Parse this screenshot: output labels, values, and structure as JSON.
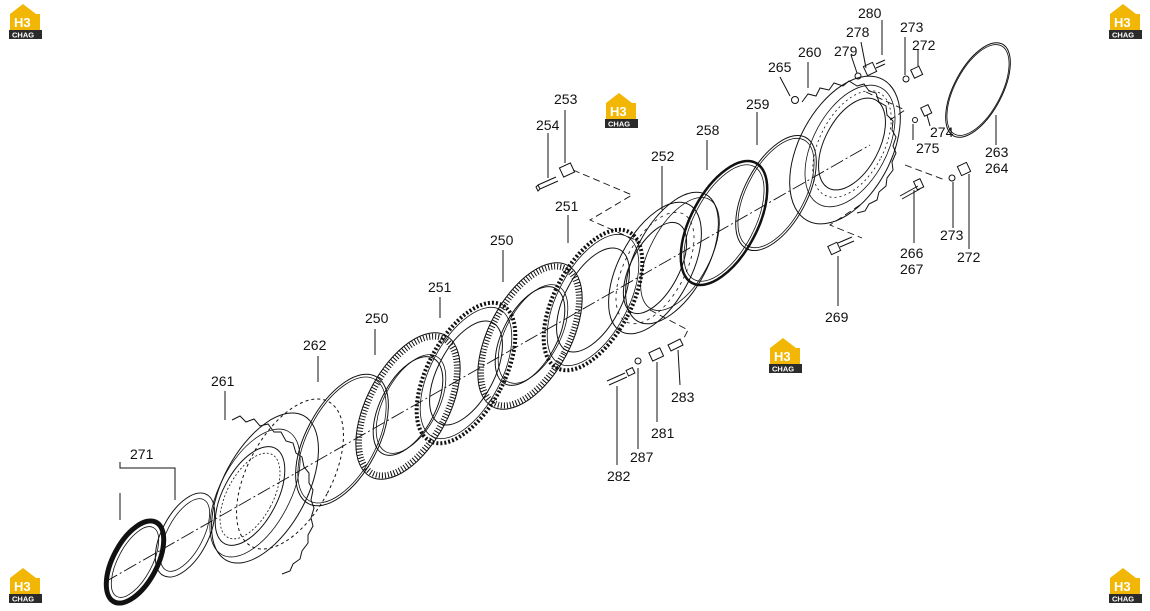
{
  "watermark": {
    "mark": "H3",
    "sub": "CHAG",
    "accent": "#f2b705",
    "dark": "#2b2b2b"
  },
  "labels": {
    "l250a": "250",
    "l250b": "250",
    "l251a": "251",
    "l251b": "251",
    "l252": "252",
    "l253": "253",
    "l254": "254",
    "l258": "258",
    "l259": "259",
    "l260": "260",
    "l261": "261",
    "l262": "262",
    "l263": "263",
    "l264": "264",
    "l265": "265",
    "l266": "266",
    "l267": "267",
    "l269": "269",
    "l271": "271",
    "l272a": "272",
    "l272b": "272",
    "l273a": "273",
    "l273b": "273",
    "l274": "274",
    "l275": "275",
    "l278": "278",
    "l279": "279",
    "l280": "280",
    "l281": "281",
    "l282": "282",
    "l283": "283",
    "l287": "287"
  }
}
